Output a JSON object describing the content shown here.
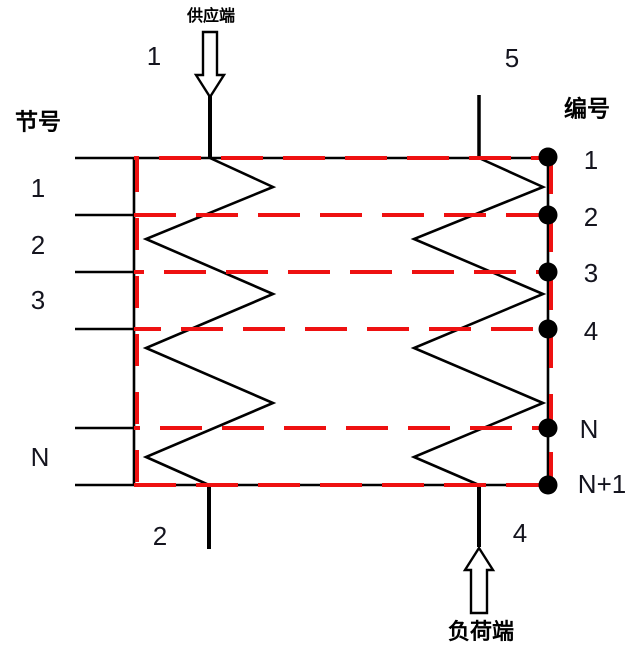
{
  "diagram": {
    "supply_label": "供应端",
    "load_label": "负荷端",
    "left_axis_title": "节号",
    "right_axis_title": "编号",
    "pipe_top_left": "1",
    "pipe_top_right": "5",
    "pipe_bottom_left": "2",
    "pipe_bottom_right": "4"
  },
  "left_sections": [
    "1",
    "2",
    "3",
    "N"
  ],
  "right_nodes": [
    "1",
    "2",
    "3",
    "4",
    "N",
    "N+1"
  ],
  "colors": {
    "line": "#000000",
    "dashed_border": "#ee1111",
    "text": "#14141e",
    "background": "#ffffff"
  }
}
